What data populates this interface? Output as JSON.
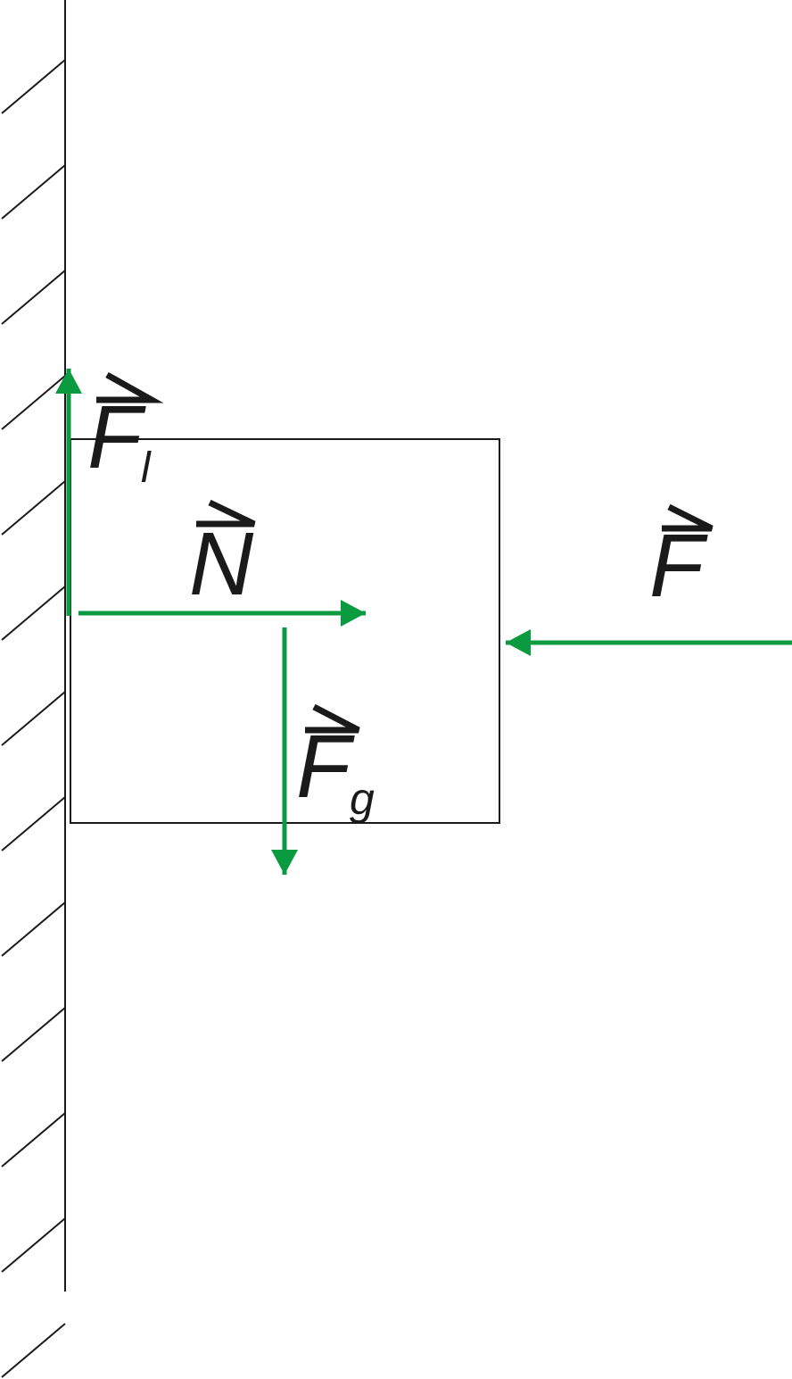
{
  "colors": {
    "force": "#0a9a40",
    "line": "#1a1a1a"
  },
  "forces": {
    "friction": {
      "symbol": "F",
      "subscript": "l"
    },
    "normal": {
      "symbol": "N",
      "subscript": ""
    },
    "gravity": {
      "symbol": "F",
      "subscript": "g"
    },
    "applied": {
      "symbol": "F",
      "subscript": ""
    }
  }
}
